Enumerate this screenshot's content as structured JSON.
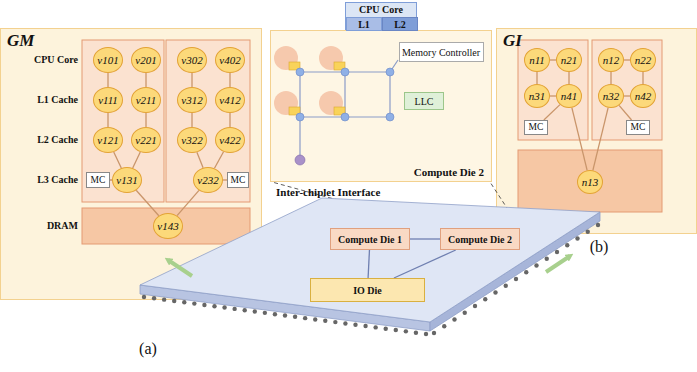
{
  "diagram": {
    "nodes": [
      {
        "text": [
          "GM"
        ]
      },
      {
        "text": [
          "v101"
        ],
        "in": 0
      },
      {
        "text": [
          "v201"
        ],
        "in": 0
      },
      {
        "text": [
          "v111"
        ],
        "in": 0
      },
      {
        "text": [
          "v211"
        ],
        "in": 0
      },
      {
        "text": [
          "v121"
        ],
        "in": 0
      },
      {
        "text": [
          "v221"
        ],
        "in": 0
      },
      {
        "text": [
          "v131"
        ],
        "in": 0
      },
      {
        "text": [
          "MC"
        ],
        "in": 0
      },
      {
        "text": [
          "v302"
        ],
        "in": 0
      },
      {
        "text": [
          "v402"
        ],
        "in": 0
      },
      {
        "text": [
          "v312"
        ],
        "in": 0
      },
      {
        "text": [
          "v412"
        ],
        "in": 0
      },
      {
        "text": [
          "v322"
        ],
        "in": 0
      },
      {
        "text": [
          "v422"
        ],
        "in": 0
      },
      {
        "text": [
          "v232"
        ],
        "in": 0
      },
      {
        "text": [
          "MC"
        ],
        "in": 0
      },
      {
        "text": [
          "v143"
        ],
        "in": 0
      },
      {
        "text": [
          "Compute Die 2"
        ]
      },
      {
        "text": [
          "CPU Core"
        ]
      },
      {
        "text": [
          "L1"
        ],
        "in": 19
      },
      {
        "text": [
          "L2"
        ],
        "in": 19
      },
      {
        "text": [
          "Memory Controller"
        ],
        "in": 18
      },
      {
        "text": [
          "LLC"
        ],
        "in": 18
      },
      {
        "text": [
          "Compute Die 1"
        ]
      },
      {
        "text": [
          "Compute Die 2"
        ]
      },
      {
        "text": [
          "IO Die"
        ]
      },
      {
        "text": [
          "GI"
        ]
      },
      {
        "text": [
          "n11"
        ],
        "in": 27
      },
      {
        "text": [
          "n21"
        ],
        "in": 27
      },
      {
        "text": [
          "n31"
        ],
        "in": 27
      },
      {
        "text": [
          "n41"
        ],
        "in": 27
      },
      {
        "text": [
          "MC"
        ],
        "in": 27
      },
      {
        "text": [
          "n12"
        ],
        "in": 27
      },
      {
        "text": [
          "n22"
        ],
        "in": 27
      },
      {
        "text": [
          "n32"
        ],
        "in": 27
      },
      {
        "text": [
          "n42"
        ],
        "in": 27
      },
      {
        "text": [
          "MC"
        ],
        "in": 27
      },
      {
        "text": [
          "n13"
        ],
        "in": 27
      }
    ],
    "edges": [
      {
        "from": 1,
        "to": 3,
        "arrow": "none"
      },
      {
        "from": 3,
        "to": 5,
        "arrow": "none"
      },
      {
        "from": 5,
        "to": 7,
        "arrow": "none"
      },
      {
        "from": 2,
        "to": 4,
        "arrow": "none"
      },
      {
        "from": 4,
        "to": 6,
        "arrow": "none"
      },
      {
        "from": 6,
        "to": 7,
        "arrow": "none"
      },
      {
        "from": 9,
        "to": 11,
        "arrow": "none"
      },
      {
        "from": 11,
        "to": 13,
        "arrow": "none"
      },
      {
        "from": 13,
        "to": 15,
        "arrow": "none"
      },
      {
        "from": 10,
        "to": 12,
        "arrow": "none"
      },
      {
        "from": 12,
        "to": 14,
        "arrow": "none"
      },
      {
        "from": 14,
        "to": 15,
        "arrow": "none"
      },
      {
        "from": 7,
        "to": 17,
        "arrow": "none"
      },
      {
        "from": 15,
        "to": 17,
        "arrow": "none"
      },
      {
        "from": 8,
        "to": 7,
        "arrow": "none"
      },
      {
        "from": 16,
        "to": 15,
        "arrow": "none"
      },
      {
        "from": 24,
        "to": 25,
        "arrow": "none"
      },
      {
        "from": 24,
        "to": 26,
        "arrow": "none"
      },
      {
        "from": 25,
        "to": 26,
        "arrow": "none"
      },
      {
        "from": 28,
        "to": 29,
        "arrow": "none"
      },
      {
        "from": 28,
        "to": 30,
        "arrow": "none"
      },
      {
        "from": 29,
        "to": 31,
        "arrow": "none"
      },
      {
        "from": 30,
        "to": 31,
        "arrow": "none"
      },
      {
        "from": 33,
        "to": 34,
        "arrow": "none"
      },
      {
        "from": 33,
        "to": 35,
        "arrow": "none"
      },
      {
        "from": 34,
        "to": 36,
        "arrow": "none"
      },
      {
        "from": 35,
        "to": 36,
        "arrow": "none"
      },
      {
        "from": 31,
        "to": 38,
        "arrow": "none"
      },
      {
        "from": 35,
        "to": 38,
        "arrow": "none"
      },
      {
        "from": 32,
        "to": 31,
        "arrow": "none"
      },
      {
        "from": 37,
        "to": 35,
        "arrow": "none"
      }
    ],
    "labels": [
      "CPU Core",
      "L1 Cache",
      "L2 Cache",
      "L3 Cache",
      "DRAM",
      "Inter-chiplet Interface",
      "(a)",
      "(b)"
    ]
  }
}
